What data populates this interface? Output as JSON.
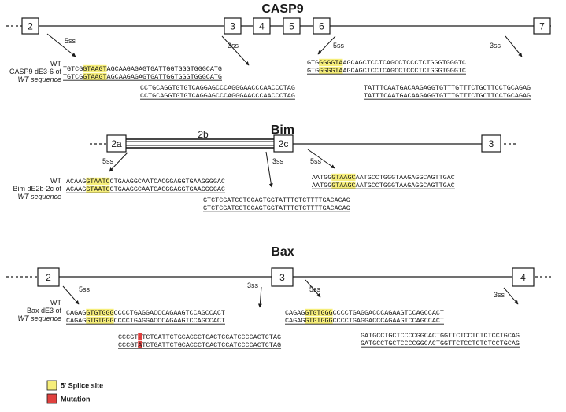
{
  "colors": {
    "splice_site": "#f6ee7a",
    "mutation": "#e0413f",
    "line": "#1a1a1a",
    "box_fill": "#ffffff"
  },
  "panels": [
    {
      "title": "CASP9",
      "exons": [
        "2",
        "3",
        "4",
        "5",
        "6",
        "7"
      ],
      "ss_labels": [
        "5ss",
        "3ss",
        "5ss",
        "3ss"
      ],
      "side_text": [
        "WT",
        "CASP9 dE3-6 of",
        "WT sequence"
      ],
      "sequences": [
        "TGTCGGTAAGTAGCAAGAGAGTGATTGGTGGGTGGGCATG",
        "TGTCGGTAAGTAGCAAGAGAGTGATTGGTGGGTGGGCATG",
        "CCTGCAGGTGTGTCAGGAGCCCAGGGAACCCAACCCTAG",
        "CCTGCAGGTGTGTCAGGAGCCCAGGGAACCCAACCCTAG",
        "GTGGGGGTAAGCAGCTCCTCAGCCTCCCTCTGGGTGGGTC",
        "GTGGGGGTAAGCAGCTCCTCAGCCTCCCTCTGGGTGGGTC",
        "TATTTCAATGACAAGAGGTGTTTGTTTCTGCTTCCTGCAGAG",
        "TATTTCAATGACAAGAGGTGTTTGTTTCTGCTTCCTGCAGAG"
      ]
    },
    {
      "title": "Bim",
      "exons": [
        "2a",
        "2b",
        "2c",
        "3"
      ],
      "ss_labels": [
        "5ss",
        "3ss",
        "5ss"
      ],
      "side_text": [
        "WT",
        "Bim dE2b-2c of",
        "WT sequence"
      ],
      "sequences": [
        "ACAAGGTAATCCTGAAGGCAATCACGGAGGTGAAGGGGAC",
        "ACAAGGTAATCCTGAAGGCAATCACGGAGGTGAAGGGGAC",
        "AATGGGTAAGCAATGCCTGGGTAAGAGGCAGTTGAC",
        "AATGGGTAAGCAATGCCTGGGTAAGAGGCAGTTGAC",
        "GTCTCGATCCTCCAGTGGTATTTCTCTTTTGACACAG",
        "GTCTCGATCCTCCAGTGGTATTTCTCTTTTGACACAG"
      ]
    },
    {
      "title": "Bax",
      "exons": [
        "2",
        "3",
        "4"
      ],
      "ss_labels": [
        "5ss",
        "3ss",
        "5ss",
        "3ss"
      ],
      "side_text": [
        "WT",
        "Bax dE3 of",
        "WT sequence"
      ],
      "sequences": [
        "CAGAGGTGTGGGCCCCTGAGGACCCAGAAGTCCAGCCACT",
        "CAGAGGTGTGGGCCCCTGAGGACCCAGAAGTCCAGCCACT",
        "CAGAGGTGTGGGCCCCTGAGGACCCAGAAGTCCAGCCACT",
        "CAGAGGTGTGGGCCCCTGAGGACCCAGAAGTCCAGCCACT",
        "CCCGT-TCTGATTCTGCACCCTCACTCCATCCCCACTCTAG",
        "CCCGTATCTGATTCTGCACCCTCACTCCATCCCCACTCTAG",
        "GATGCCTGCTCCCCGGCACTGGTTCTCCTCTCTCCTGCAG",
        "GATGCCTGCTCCCCGGCACTGGTTCTCCTCTCTCCTGCAG"
      ]
    }
  ],
  "legend": [
    {
      "label": "5' Splice site",
      "color": "#f6ee7a"
    },
    {
      "label": "Mutation",
      "color": "#e0413f"
    }
  ]
}
